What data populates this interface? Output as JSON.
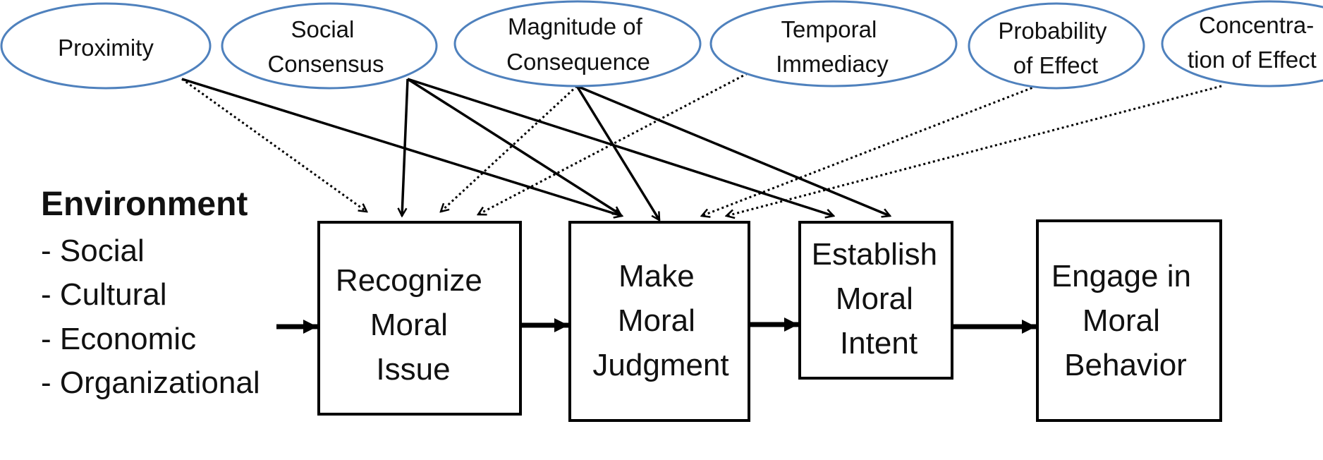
{
  "factors": [
    {
      "id": "proximity",
      "lines": [
        "Proximity"
      ]
    },
    {
      "id": "social-consensus",
      "lines": [
        "Social",
        "Consensus"
      ]
    },
    {
      "id": "magnitude",
      "lines": [
        "Magnitude of",
        "Consequence"
      ]
    },
    {
      "id": "temporal",
      "lines": [
        "Temporal",
        "Immediacy"
      ]
    },
    {
      "id": "probability",
      "lines": [
        "Probability",
        "of Effect"
      ]
    },
    {
      "id": "concentration",
      "lines": [
        "Concentra-",
        "tion of Effect"
      ]
    }
  ],
  "environment": {
    "title": "Environment",
    "items": [
      "- Social",
      "- Cultural",
      "- Economic",
      "- Organizational"
    ]
  },
  "stages": [
    {
      "id": "recognize",
      "lines": [
        "Recognize",
        "Moral",
        "Issue"
      ]
    },
    {
      "id": "judgment",
      "lines": [
        "Make",
        "Moral",
        "Judgment"
      ]
    },
    {
      "id": "intent",
      "lines": [
        "Establish",
        "Moral",
        "Intent"
      ]
    },
    {
      "id": "behavior",
      "lines": [
        "Engage in",
        "Moral",
        "Behavior"
      ]
    }
  ],
  "links": [
    {
      "from": "proximity",
      "to": "recognize",
      "style": "dotted"
    },
    {
      "from": "proximity",
      "to": "judgment",
      "style": "solid"
    },
    {
      "from": "social-consensus",
      "to": "recognize",
      "style": "solid"
    },
    {
      "from": "social-consensus",
      "to": "judgment",
      "style": "solid"
    },
    {
      "from": "social-consensus",
      "to": "intent",
      "style": "solid"
    },
    {
      "from": "magnitude",
      "to": "recognize",
      "style": "dotted"
    },
    {
      "from": "magnitude",
      "to": "judgment",
      "style": "solid"
    },
    {
      "from": "magnitude",
      "to": "intent",
      "style": "solid"
    },
    {
      "from": "temporal",
      "to": "recognize",
      "style": "dotted"
    },
    {
      "from": "probability",
      "to": "judgment",
      "style": "dotted"
    },
    {
      "from": "concentration",
      "to": "judgment",
      "style": "dotted"
    }
  ],
  "colors": {
    "oval_stroke": "#4f81bd",
    "line": "#000000",
    "text": "#111111"
  }
}
